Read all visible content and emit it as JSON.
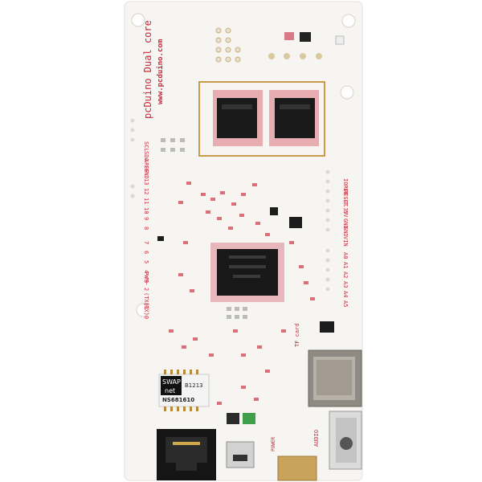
{
  "board": {
    "brand_vertical": "pcDuino Dual core",
    "url_vertical": "www.pcduino.com",
    "silk_color": "#c8283a",
    "board_color": "#f7f5f2",
    "left_header_labels": [
      "SCL",
      "SDA",
      "AREF",
      "GND",
      "13",
      "12",
      "11",
      "10",
      "9",
      "8",
      "7",
      "6",
      "5",
      "4",
      "3",
      "2",
      "(TX)1",
      "(RX)0"
    ],
    "right_header_labels": [
      "IOREF",
      "RESET",
      "3.3V",
      "5V",
      "GND",
      "GND",
      "VIN",
      "A0",
      "A1",
      "A2",
      "A3",
      "A4",
      "A5"
    ],
    "pwm_label": "PWM~",
    "tf_label": "TF card",
    "audio_label": "AUDIO",
    "power_label": "POWER",
    "magnetics": {
      "brand_line1": "SWAP",
      "brand_line2": "net",
      "code": "B1213",
      "part": "NS681610"
    }
  }
}
